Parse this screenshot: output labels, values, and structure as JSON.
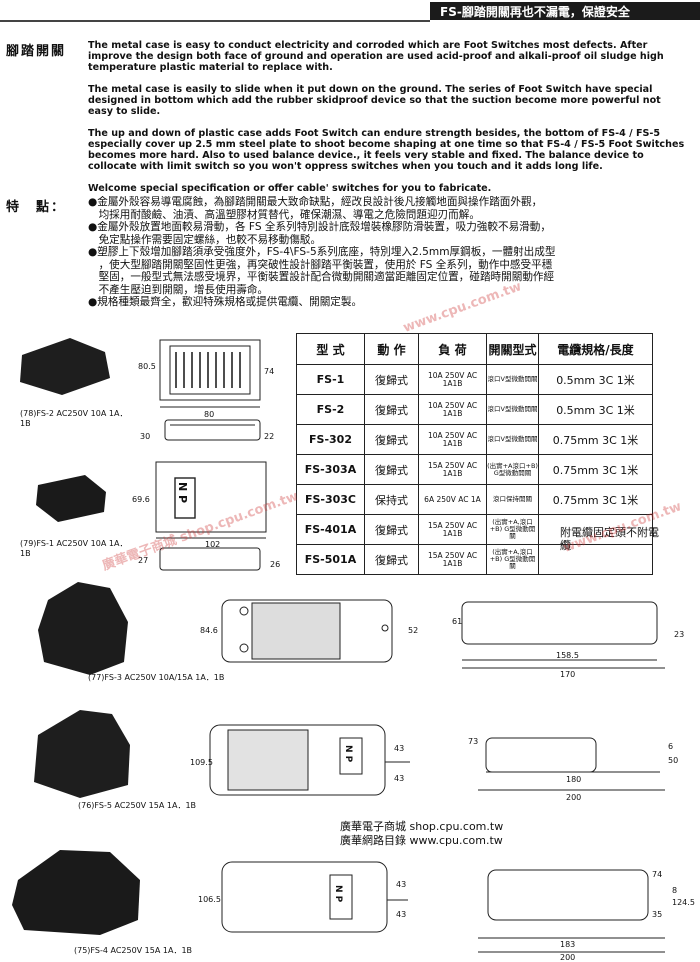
{
  "header": {
    "title": "FS-腳踏開關再也不漏電，保證安全"
  },
  "section_foot_switch": {
    "label": "腳踏開關"
  },
  "paragraphs": [
    "The metal case is easy to conduct electricity and corroded which are Foot Switches most defects. After improve the design both face of ground and operation are used acid-proof and alkali-proof oil sludge high temperature plastic material to replace with.",
    "The metal case is easily to slide when it put down on the ground. The series of Foot Switch have special designed in bottom which add the rubber skidproof device so that the suction become more powerful not easy to slide.",
    "The up and down of plastic case adds Foot Switch can endure strength besides, the bottom of FS-4 / FS-5 especially cover up 2.5 mm steel plate to shoot become shaping at one time so that FS-4 / FS-5 Foot Switches becomes more hard. Also to used balance device., it feels very stable and fixed. The balance device to collocate with limit switch so you won't oppress switches when you touch and it adds long life.",
    "Welcome special specification or offer cable' switches for you to fabricate."
  ],
  "section_features": {
    "label": "特　點："
  },
  "features": [
    "●金屬外殼容易導電腐蝕，為腳踏開關最大致命缺點，經改良設計後凡接觸地面與操作踏面外觀，",
    "　均採用耐酸鹼、油漬、高溫塑膠材質替代，確保潮濕、導電之危險問題迎刃而解。",
    "●金屬外殼放置地面較易滑動，各 FS 全系列特別設計底殼增裝橡膠防滑裝置，吸力強較不易滑動，",
    "　免定點操作需要固定螺絲，也較不易移動傷駁。",
    "●塑膠上下殼增加腳踏須承受強度外，FS-4\\FS-5系列底座，特別埋入2.5mm厚鋼板，一體射出成型",
    "　，使大型腳踏開關堅固性更強，再突破性設計腳踏平衡裝置，使用於 FS 全系列，動作中感受平穩",
    "　堅固，一般型式無法感受境界，平衡裝置設計配合微動開關適當距離固定位置，碰踏時開關動作經",
    "　不產生壓迫到開關，增長使用壽命。",
    "●規格種類最齊全，歡迎特殊規格或提供電纜、開關定製。"
  ],
  "spec_table": {
    "headers": [
      "型 式",
      "動 作",
      "負 荷",
      "開關型式",
      "電纜規格/長度"
    ],
    "rows": [
      {
        "model": "FS-1",
        "action": "復歸式",
        "load": "10A 250V AC 1A1B",
        "switch": "滾口V型微動開關",
        "cable": "0.5mm 3C 1米"
      },
      {
        "model": "FS-2",
        "action": "復歸式",
        "load": "10A 250V AC 1A1B",
        "switch": "滾口V型微動開關",
        "cable": "0.5mm 3C 1米"
      },
      {
        "model": "FS-302",
        "action": "復歸式",
        "load": "10A 250V AC 1A1B",
        "switch": "滾口V型微動開關",
        "cable": "0.75mm 3C 1米"
      },
      {
        "model": "FS-303A",
        "action": "復歸式",
        "load": "15A 250V AC 1A1B",
        "switch": "(出實+A滾口+B) G型微動開關",
        "cable": "0.75mm 3C 1米"
      },
      {
        "model": "FS-303C",
        "action": "保持式",
        "load": "6A 250V AC 1A",
        "switch": "滾口保持開關",
        "cable": "0.75mm 3C 1米"
      },
      {
        "model": "FS-401A",
        "action": "復歸式",
        "load": "15A 250V AC 1A1B",
        "switch": "(出實+A,滾口+B) G型微動開關",
        "cable": ""
      },
      {
        "model": "FS-501A",
        "action": "復歸式",
        "load": "15A 250V AC 1A1B",
        "switch": "(出實+A,滾口+B) G型微動開關",
        "cable": ""
      }
    ],
    "cable_note": "附電纜固定頭不附電纜"
  },
  "products": [
    {
      "caption": "(78)FS-2 AC250V 10A 1A．1B"
    },
    {
      "caption": "(79)FS-1 AC250V 10A 1A．1B"
    },
    {
      "caption": "(77)FS-3 AC250V 10A/15A 1A．1B"
    },
    {
      "caption": "(76)FS-5 AC250V 15A 1A．1B"
    },
    {
      "caption": "(75)FS-4 AC250V 15A 1A．1B"
    }
  ],
  "dimensions": {
    "fs2": [
      "80.5",
      "74",
      "80",
      "30",
      "22"
    ],
    "fs1": [
      "69.6",
      "102",
      "27",
      "26"
    ],
    "fs3": [
      "84.6",
      "52",
      "61",
      "23",
      "158.5",
      "170"
    ],
    "fs5": [
      "109.5",
      "43",
      "43",
      "73",
      "6",
      "50",
      "180",
      "200"
    ],
    "fs4": [
      "106.5",
      "43",
      "43",
      "74",
      "35",
      "8",
      "124.5",
      "183",
      "200"
    ]
  },
  "np_label": "N P",
  "stamp": {
    "line1": "廣華電子商城 shop.cpu.com.tw",
    "line2": "廣華網路目錄 www.cpu.com.tw"
  },
  "watermarks": [
    "廣華電子商城 shop.cpu.com.tw",
    "www.cpu.com.tw",
    "www.cpu.com.tw"
  ]
}
